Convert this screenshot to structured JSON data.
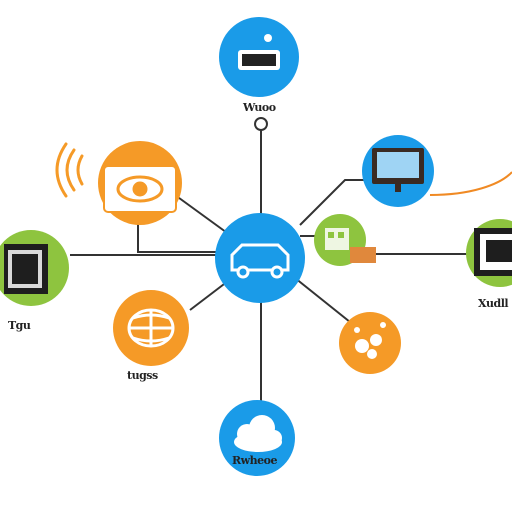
{
  "colors": {
    "blue": "#1a9be8",
    "orange": "#f59a27",
    "green": "#8ec43f",
    "line": "#333333",
    "accent_line": "#f08a24"
  },
  "nodes": {
    "hub": {
      "icon": "car-icon",
      "color": "blue"
    },
    "top": {
      "icon": "device-icon",
      "color": "blue",
      "label": "Wuoo"
    },
    "camera": {
      "icon": "eye-icon",
      "color": "orange"
    },
    "monitor": {
      "icon": "monitor-icon",
      "color": "blue"
    },
    "leftServer": {
      "icon": "server-icon",
      "color": "green",
      "label": "Tgu"
    },
    "rightServer": {
      "icon": "server-icon",
      "color": "green",
      "label": "Xudll"
    },
    "smallGreen": {
      "icon": "building-icon",
      "color": "green"
    },
    "globe": {
      "icon": "globe-icon",
      "color": "orange",
      "label": "tugss"
    },
    "fruit": {
      "icon": "fruit-icon",
      "color": "orange"
    },
    "cloud": {
      "icon": "cloud-icon",
      "color": "blue",
      "label": "Rwheoe"
    }
  }
}
